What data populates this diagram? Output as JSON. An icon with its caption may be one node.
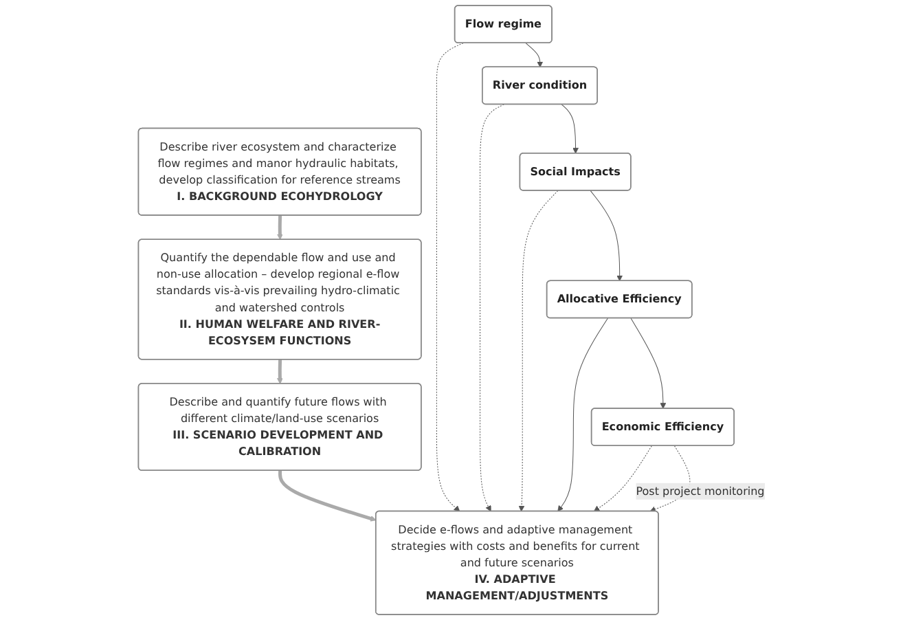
{
  "diagram": {
    "nodes": [
      {
        "text": [
          "Describe river ecosystem and characterize flow regimes and manor hydraulic habitats, develop classification for reference streams",
          "I. BACKGROUND ECOHYDROLOGY"
        ]
      },
      {
        "text": [
          "Quantify the dependable flow and use and non-use allocation – develop regional e-flow standards vis-à-vis prevailing hydro-climatic and watershed controls",
          "II. HUMAN WELFARE AND RIVER-ECOSYSEM FUNCTIONS"
        ]
      },
      {
        "text": [
          "Describe and quantify future flows with different climate/land-use scenarios",
          "III. SCENARIO DEVELOPMENT AND CALIBRATION"
        ]
      },
      {
        "text": [
          "Decide e-flows and adaptive management strategies with costs and benefits for current and future scenarios",
          "IV. ADAPTIVE MANAGEMENT/ADJUSTMENTS"
        ]
      },
      {
        "text": [
          "Flow regime"
        ]
      },
      {
        "text": [
          "River condition"
        ]
      },
      {
        "text": [
          "Social Impacts"
        ]
      },
      {
        "text": [
          "Allocative Efficiency"
        ]
      },
      {
        "text": [
          "Economic Efficiency"
        ]
      }
    ],
    "edges": [
      {
        "from": 0,
        "to": 1,
        "arrow": "to",
        "style": "thick"
      },
      {
        "from": 1,
        "to": 2,
        "arrow": "to",
        "style": "thick"
      },
      {
        "from": 2,
        "to": 3,
        "arrow": "to",
        "style": "thick"
      },
      {
        "from": 4,
        "to": 3,
        "arrow": "to",
        "style": "dashed"
      },
      {
        "from": 5,
        "to": 3,
        "arrow": "to",
        "style": "dashed"
      },
      {
        "from": 6,
        "to": 3,
        "arrow": "to",
        "style": "dashed"
      },
      {
        "from": 7,
        "to": 3,
        "arrow": "to"
      },
      {
        "from": 8,
        "to": 3,
        "arrow": "to",
        "style": "dashed"
      },
      {
        "from": 8,
        "to": 3,
        "label": "Post project monitoring",
        "arrow": "to",
        "style": "dashed"
      },
      {
        "from": 4,
        "to": 5,
        "arrow": "to"
      },
      {
        "from": 5,
        "to": 6,
        "arrow": "to"
      },
      {
        "from": 6,
        "to": 7,
        "arrow": "to"
      },
      {
        "from": 7,
        "to": 8,
        "arrow": "to"
      }
    ]
  }
}
